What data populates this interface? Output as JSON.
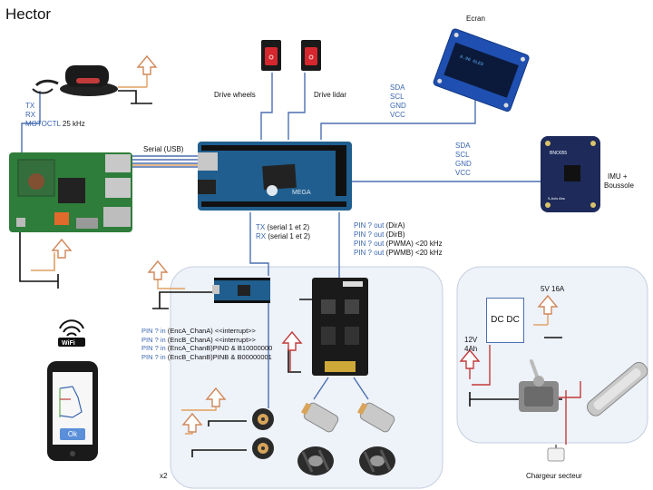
{
  "title": "Hector",
  "labels": {
    "ecran": "Ecran",
    "drive_wheels": "Drive wheels",
    "drive_lidar": "Drive lidar",
    "serial_usb": "Serial (USB)",
    "imu": "IMU +",
    "boussole": "Boussole",
    "x2": "x2",
    "chargeur": "Chargeur secteur",
    "volt_5v": "5V 16A",
    "volt_12v": "12V",
    "amp_4ah": "4Ah",
    "dcdc": "DC DC",
    "ok": "Ok"
  },
  "lidar_pins": {
    "tx": "TX",
    "rx": "RX",
    "motoctl": "MOTOCTL",
    "motoctl_freq": "25 kHz"
  },
  "ecran_pins": [
    "SDA",
    "SCL",
    "GND",
    "VCC"
  ],
  "imu_pins": [
    "SDA",
    "SCL",
    "GND",
    "VCC"
  ],
  "serial_lines": [
    {
      "pin": "TX",
      "desc": "(serial 1 et 2)"
    },
    {
      "pin": "RX",
      "desc": "(serial 1 et 2)"
    }
  ],
  "motor_pins": [
    {
      "pin": "PIN ? out",
      "desc": "(DirA)"
    },
    {
      "pin": "PIN ? out",
      "desc": "(DirB)"
    },
    {
      "pin": "PIN ? out",
      "desc": "(PWMA) <20 kHz"
    },
    {
      "pin": "PIN ? out",
      "desc": "(PWMB) <20 kHz"
    }
  ],
  "encoder_pins": [
    {
      "pin": "PIN ? in",
      "desc": "(EncA_ChanA) <<interrupt>>"
    },
    {
      "pin": "PIN ? in",
      "desc": "(EncB_ChanA) <<interrupt>>"
    },
    {
      "pin": "PIN ? in",
      "desc": "(EncA_ChanB)PIND & B10000000"
    },
    {
      "pin": "PIN ? in",
      "desc": "(EncB_ChanB)PINB & B00000001"
    }
  ],
  "colors": {
    "wire_blue": "#4b6fb0",
    "wire_orange": "#e0a060",
    "wire_red": "#c23b3b",
    "pcb_green": "#2e7d3a",
    "arduino_blue": "#1f5e8e",
    "driver_black": "#1a1a1a",
    "oled_blue": "#1f4fb0",
    "imu_navy": "#1d2a5a",
    "panel_bg": "#eef2f9"
  },
  "icons": [
    "lidar-icon",
    "switch-icon",
    "raspberry-pi-icon",
    "arduino-mega-icon",
    "oled-screen-icon",
    "imu-board-icon",
    "arduino-nano-icon",
    "motor-driver-icon",
    "encoder-icon",
    "gear-motor-icon",
    "mecanum-wheel-icon",
    "toggle-switch-icon",
    "battery-icon",
    "charger-plug-icon",
    "wifi-icon",
    "phone-icon",
    "power-arrow-icon",
    "ground-icon"
  ]
}
